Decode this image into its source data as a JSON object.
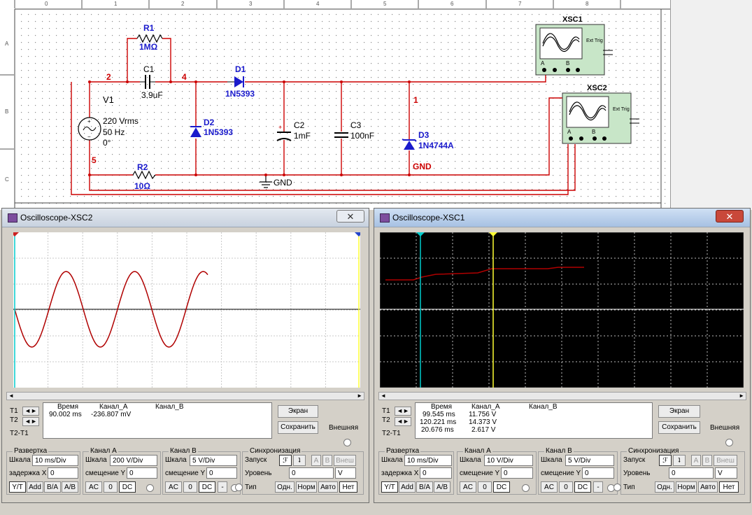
{
  "schematic": {
    "ruler_cols": [
      "0",
      "1",
      "2",
      "3",
      "4",
      "5",
      "6",
      "7",
      "8"
    ],
    "ruler_rows": [
      "A",
      "B",
      "C"
    ],
    "r1": {
      "name": "R1",
      "value": "1MΩ"
    },
    "c1": {
      "name": "C1",
      "value": "3.9uF"
    },
    "d1": {
      "name": "D1",
      "model": "1N5393"
    },
    "d2": {
      "name": "D2",
      "model": "1N5393"
    },
    "c2": {
      "name": "C2",
      "value": "1mF"
    },
    "c3": {
      "name": "C3",
      "value": "100nF"
    },
    "d3": {
      "name": "D3",
      "model": "1N4744A"
    },
    "r2": {
      "name": "R2",
      "value": "10Ω"
    },
    "v1": {
      "name": "V1",
      "rms": "220 Vrms",
      "freq": "50 Hz",
      "phase": "0°"
    },
    "nodes": {
      "n2": "2",
      "n4": "4",
      "n1": "1",
      "n5": "5"
    },
    "gnd": "GND",
    "gnd_net": "GND",
    "xsc1": {
      "name": "XSC1",
      "ext_trig": "Ext Trig",
      "a": "A",
      "b": "B"
    },
    "xsc2": {
      "name": "XSC2",
      "ext_trig": "Ext Trig",
      "a": "A",
      "b": "B"
    }
  },
  "xsc2_window": {
    "title": "Oscilloscope-XSC2",
    "close": "✕",
    "t1": "T1",
    "t2": "T2",
    "t2t1": "T2-T1",
    "headers": {
      "time": "Время",
      "ch_a": "Канал_A",
      "ch_b": "Канал_B"
    },
    "row1": {
      "time": "90.002 ms",
      "ch_a": "-236.807 mV",
      "ch_b": ""
    },
    "screen_btn": "Экран",
    "save_btn": "Сохранить",
    "external": "Внешняя",
    "timebase": {
      "title": "Развертка",
      "scale_lbl": "Шкала",
      "scale": "10 ms/Div",
      "xpos_lbl": "задержка X",
      "xpos": "0",
      "yt": "Y/T",
      "add": "Add",
      "ba": "B/A",
      "ab": "A/B"
    },
    "chan_a": {
      "title": "Канал A",
      "scale_lbl": "Шкала",
      "scale": "200  V/Div",
      "ypos_lbl": "смещение Y",
      "ypos": "0",
      "ac": "AC",
      "zero": "0",
      "dc": "DC"
    },
    "chan_b": {
      "title": "Канал B",
      "scale_lbl": "Шкала",
      "scale": "5  V/Div",
      "ypos_lbl": "смещение Y",
      "ypos": "0",
      "ac": "AC",
      "zero": "0",
      "dc": "DC",
      "minus": "-"
    },
    "trigger": {
      "title": "Синхронизация",
      "edge_lbl": "Запуск",
      "a": "A",
      "b": "B",
      "ext": "Внеш",
      "level_lbl": "Уровень",
      "level": "0",
      "unit": "V",
      "type_lbl": "Тип",
      "single": "Одн.",
      "normal": "Норм",
      "auto": "Авто",
      "none": "Нет"
    }
  },
  "xsc1_window": {
    "title": "Oscilloscope-XSC1",
    "close": "✕",
    "t1": "T1",
    "t2": "T2",
    "t2t1": "T2-T1",
    "headers": {
      "time": "Время",
      "ch_a": "Канал_A",
      "ch_b": "Канал_B"
    },
    "row1": {
      "time": "99.545 ms",
      "ch_a": "11.756 V",
      "ch_b": ""
    },
    "row2": {
      "time": "120.221 ms",
      "ch_a": "14.373 V",
      "ch_b": ""
    },
    "row3": {
      "time": "20.676 ms",
      "ch_a": "2.617 V",
      "ch_b": ""
    },
    "screen_btn": "Экран",
    "save_btn": "Сохранить",
    "external": "Внешняя",
    "timebase": {
      "title": "Развертка",
      "scale_lbl": "Шкала",
      "scale": "10 ms/Div",
      "xpos_lbl": "задержка X",
      "xpos": "0",
      "yt": "Y/T",
      "add": "Add",
      "ba": "B/A",
      "ab": "A/B"
    },
    "chan_a": {
      "title": "Канал A",
      "scale_lbl": "Шкала",
      "scale": "10  V/Div",
      "ypos_lbl": "смещение Y",
      "ypos": "0",
      "ac": "AC",
      "zero": "0",
      "dc": "DC"
    },
    "chan_b": {
      "title": "Канал B",
      "scale_lbl": "Шкала",
      "scale": "5  V/Div",
      "ypos_lbl": "смещение Y",
      "ypos": "0",
      "ac": "AC",
      "zero": "0",
      "dc": "DC",
      "minus": "-"
    },
    "trigger": {
      "title": "Синхронизация",
      "edge_lbl": "Запуск",
      "a": "A",
      "b": "B",
      "ext": "Внеш",
      "level_lbl": "Уровень",
      "level": "0",
      "unit": "V",
      "type_lbl": "Тип",
      "single": "Одн.",
      "normal": "Норм",
      "auto": "Авто",
      "none": "Нет"
    }
  },
  "colors": {
    "wire": "#cc0000",
    "label_blue": "#1a1acc",
    "trace": "#b00000",
    "cursor1": "#00cccc",
    "cursor2": "#ffff33"
  }
}
